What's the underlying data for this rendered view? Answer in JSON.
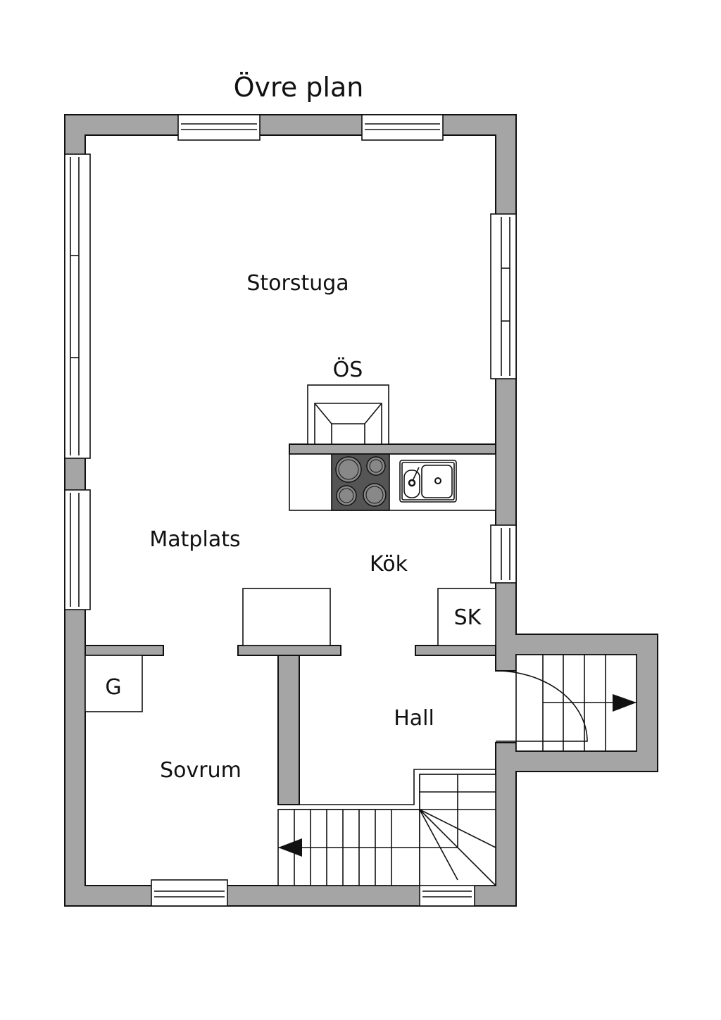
{
  "title": "Övre plan",
  "rooms": {
    "storstuga": "Storstuga",
    "oven": "ÖS",
    "matplats": "Matplats",
    "kok": "Kök",
    "skap": "SK",
    "garderob": "G",
    "hall": "Hall",
    "sovrum": "Sovrum"
  },
  "colors": {
    "wall": "#a5a5a5",
    "stove": "#555555",
    "line": "#111111"
  }
}
